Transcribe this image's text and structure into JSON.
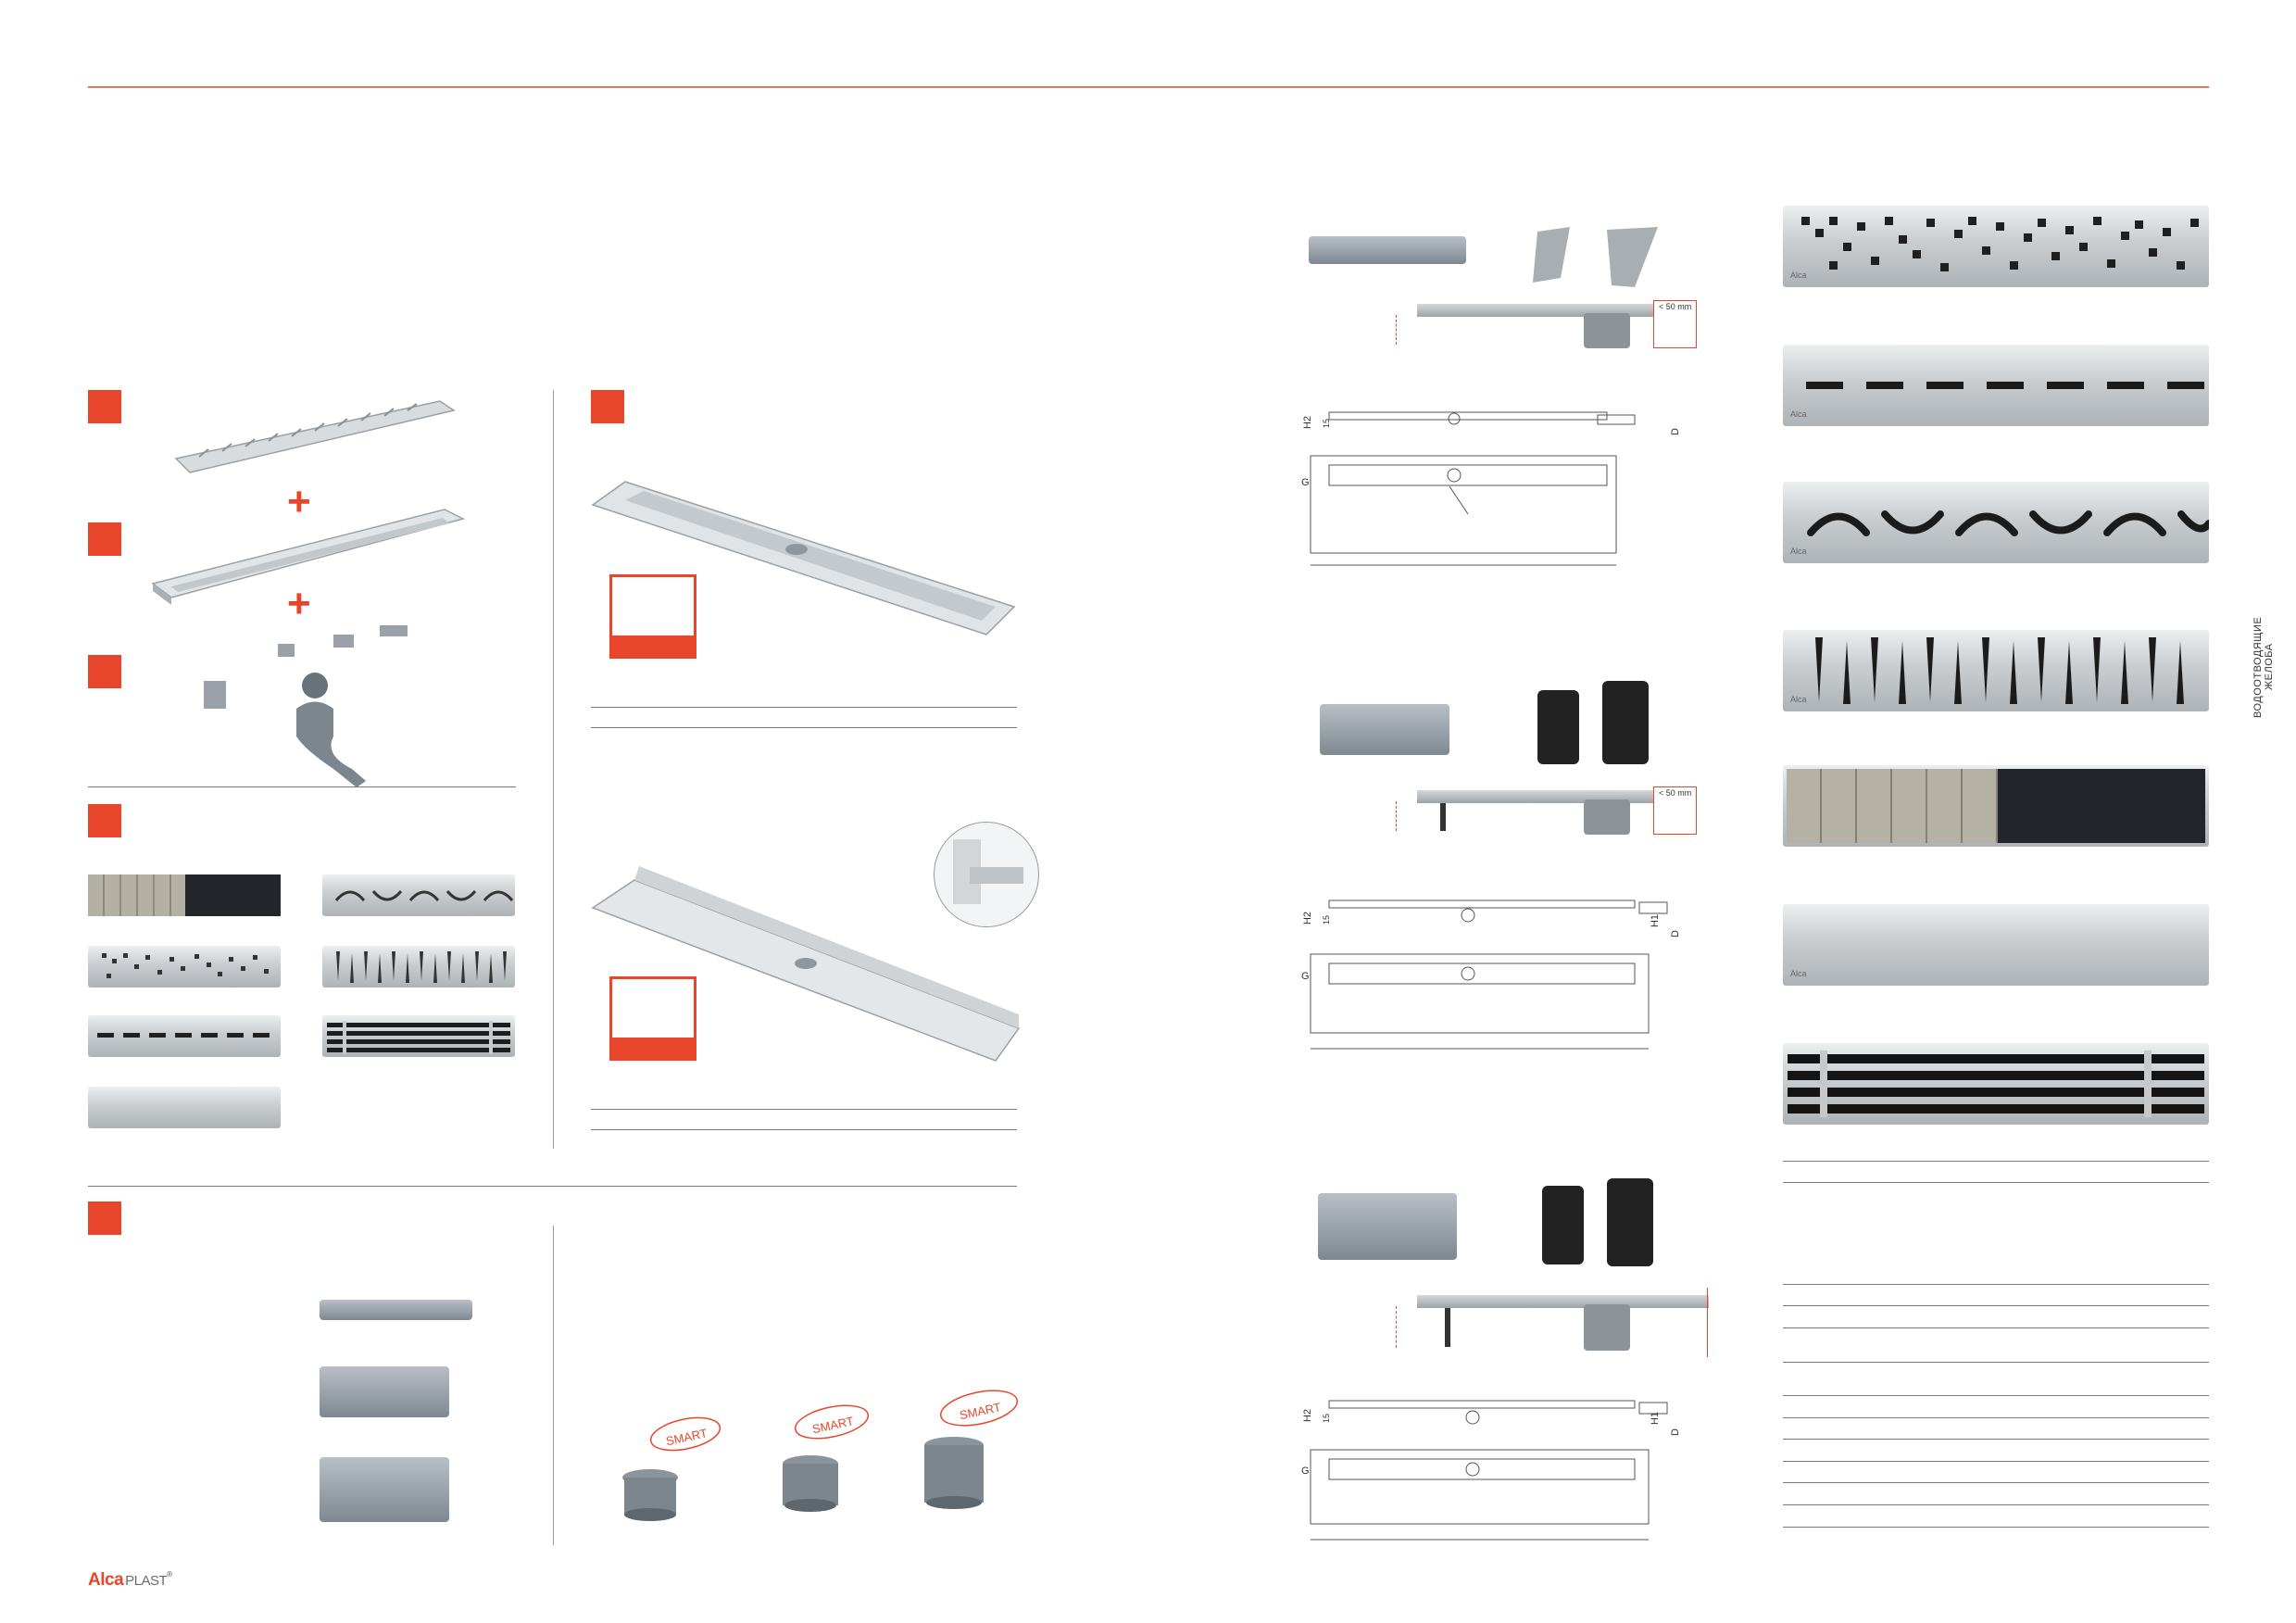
{
  "brand": {
    "name_red": "Alca",
    "name_grey": "PLAST",
    "mark": "®",
    "red": "#e8462b"
  },
  "side_label": {
    "line1": "ВОДООТВОДЯЩИЕ",
    "line2": "ЖЕЛОБА"
  },
  "dimension_labels": {
    "h2": "H2",
    "h1": "H1",
    "d": "D",
    "g": "G",
    "fifteen": "15",
    "lt50": "< 50 mm"
  },
  "smart_labels": [
    "SMART",
    "SMART",
    "SMART"
  ],
  "grate_brand": "Alca",
  "colors": {
    "accent": "#e8462b",
    "steel": "#b8bcc0",
    "rule": "#7a7a7a"
  }
}
